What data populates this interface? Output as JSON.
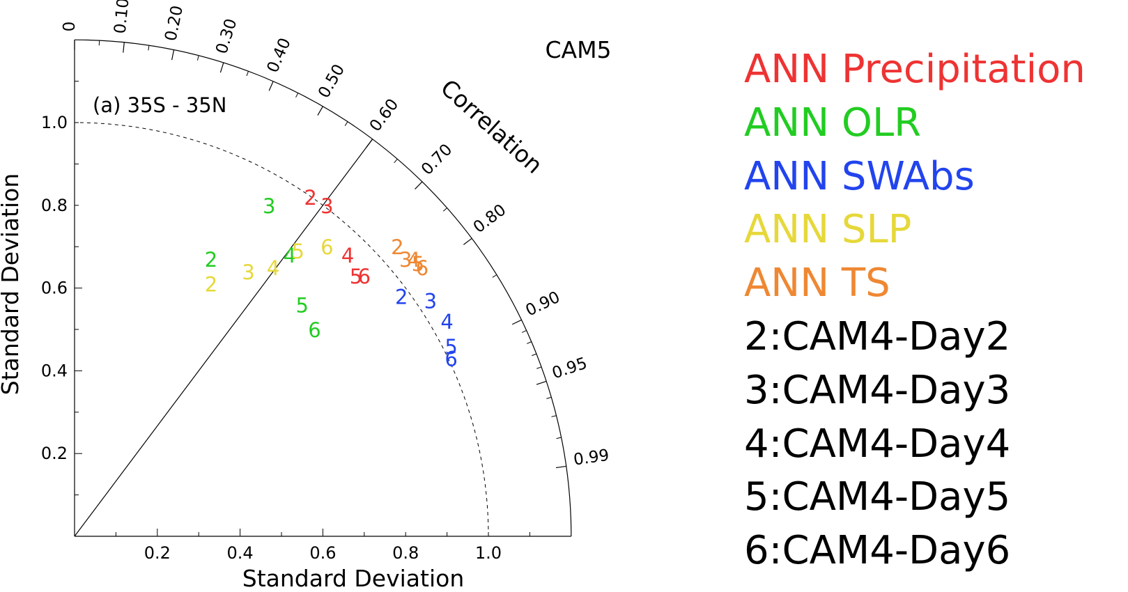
{
  "chart_data": {
    "type": "scatter",
    "subtype": "taylor-diagram",
    "title": "CAM5",
    "panel_label": "(a) 35S - 35N",
    "xlabel": "Standard Deviation",
    "ylabel": "Standard Deviation",
    "arc_label": "Correlation",
    "xlim": [
      0,
      1.2
    ],
    "ylim": [
      0,
      1.2
    ],
    "x_ticks": [
      0.2,
      0.4,
      0.6,
      0.8,
      1.0
    ],
    "x_tick_labels": [
      "0.2",
      "0.4",
      "0.6",
      "0.8",
      "1.0"
    ],
    "y_ticks": [
      0.2,
      0.4,
      0.6,
      0.8,
      1.0
    ],
    "y_tick_labels": [
      "0.2",
      "0.4",
      "0.6",
      "0.8",
      "1.0"
    ],
    "correlation_ticks": [
      0,
      0.1,
      0.2,
      0.3,
      0.4,
      0.5,
      0.6,
      0.7,
      0.8,
      0.9,
      0.95,
      0.99
    ],
    "correlation_tick_labels": [
      "0",
      "0.10",
      "0.20",
      "0.30",
      "0.40",
      "0.50",
      "0.60",
      "0.70",
      "0.80",
      "0.90",
      "0.95",
      "0.99"
    ],
    "reference_std": 1.0,
    "reference_correlation_line": 0.6,
    "series": [
      {
        "name": "ANN Precipitation",
        "color": "#ee3333",
        "points": [
          {
            "label": "2",
            "x": 0.57,
            "y": 0.82
          },
          {
            "label": "3",
            "x": 0.61,
            "y": 0.8
          },
          {
            "label": "4",
            "x": 0.66,
            "y": 0.68
          },
          {
            "label": "5",
            "x": 0.68,
            "y": 0.63
          },
          {
            "label": "6",
            "x": 0.7,
            "y": 0.63
          }
        ]
      },
      {
        "name": "ANN OLR",
        "color": "#22cc22",
        "points": [
          {
            "label": "2",
            "x": 0.33,
            "y": 0.67
          },
          {
            "label": "3",
            "x": 0.47,
            "y": 0.8
          },
          {
            "label": "4",
            "x": 0.52,
            "y": 0.68
          },
          {
            "label": "5",
            "x": 0.55,
            "y": 0.56
          },
          {
            "label": "6",
            "x": 0.58,
            "y": 0.5
          }
        ]
      },
      {
        "name": "ANN SWAbs",
        "color": "#2244ee",
        "points": [
          {
            "label": "2",
            "x": 0.79,
            "y": 0.58
          },
          {
            "label": "3",
            "x": 0.86,
            "y": 0.57
          },
          {
            "label": "4",
            "x": 0.9,
            "y": 0.52
          },
          {
            "label": "5",
            "x": 0.91,
            "y": 0.46
          },
          {
            "label": "6",
            "x": 0.91,
            "y": 0.43
          }
        ]
      },
      {
        "name": "ANN SLP",
        "color": "#e6d83a",
        "points": [
          {
            "label": "2",
            "x": 0.33,
            "y": 0.61
          },
          {
            "label": "3",
            "x": 0.42,
            "y": 0.64
          },
          {
            "label": "4",
            "x": 0.48,
            "y": 0.65
          },
          {
            "label": "5",
            "x": 0.54,
            "y": 0.69
          },
          {
            "label": "6",
            "x": 0.61,
            "y": 0.7
          }
        ]
      },
      {
        "name": "ANN TS",
        "color": "#ee8833",
        "points": [
          {
            "label": "2",
            "x": 0.78,
            "y": 0.7
          },
          {
            "label": "3",
            "x": 0.8,
            "y": 0.67
          },
          {
            "label": "4",
            "x": 0.82,
            "y": 0.67
          },
          {
            "label": "5",
            "x": 0.83,
            "y": 0.66
          },
          {
            "label": "6",
            "x": 0.84,
            "y": 0.65
          }
        ]
      }
    ]
  },
  "legend": {
    "entries": [
      {
        "text": "ANN Precipitation",
        "color": "#ee3333"
      },
      {
        "text": "ANN OLR",
        "color": "#22cc22"
      },
      {
        "text": "ANN SWAbs",
        "color": "#2244ee"
      },
      {
        "text": "ANN SLP",
        "color": "#e6d83a"
      },
      {
        "text": "ANN TS",
        "color": "#ee8833"
      },
      {
        "text": "2:CAM4-Day2",
        "color": "#000000"
      },
      {
        "text": "3:CAM4-Day3",
        "color": "#000000"
      },
      {
        "text": "4:CAM4-Day4",
        "color": "#000000"
      },
      {
        "text": "5:CAM4-Day5",
        "color": "#000000"
      },
      {
        "text": "6:CAM4-Day6",
        "color": "#000000"
      }
    ]
  }
}
